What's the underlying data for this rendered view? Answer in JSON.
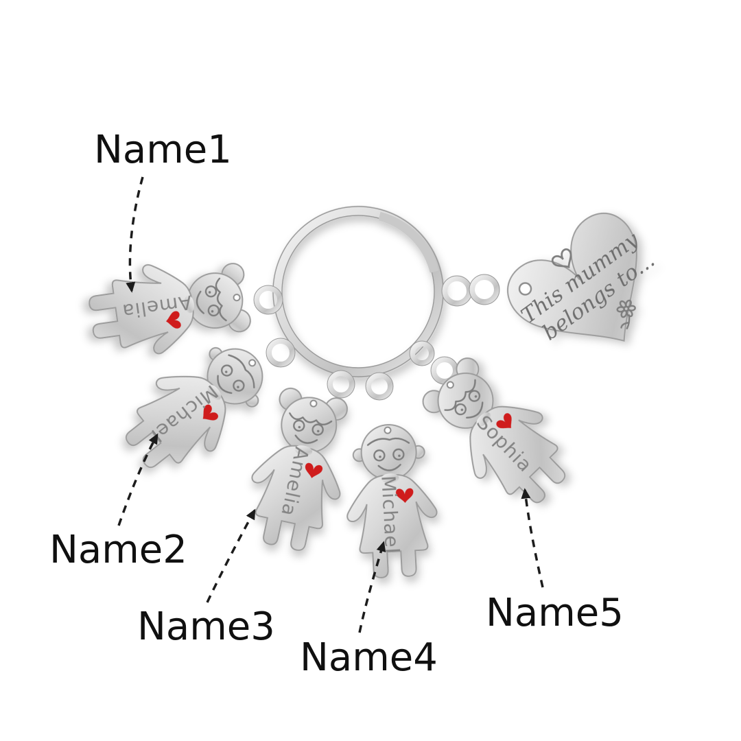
{
  "page": {
    "background": "#ffffff"
  },
  "annotations": {
    "labels": [
      {
        "text": "Name1"
      },
      {
        "text": "Name2"
      },
      {
        "text": "Name3"
      },
      {
        "text": "Name4"
      },
      {
        "text": "Name5"
      }
    ]
  },
  "keychain": {
    "heart_charm": {
      "engraving_line1": "This mummy",
      "engraving_line2": "belongs to...",
      "icons": {
        "top": "heart-outline-doodle",
        "bottom_right": "flower-sketch-doodle"
      }
    },
    "child_charms": [
      {
        "label": "Name1",
        "name": "Amelia",
        "style": "girl"
      },
      {
        "label": "Name2",
        "name": "Michael",
        "style": "boy"
      },
      {
        "label": "Name3",
        "name": "Amelia",
        "style": "girl"
      },
      {
        "label": "Name4",
        "name": "Michael",
        "style": "boy"
      },
      {
        "label": "Name5",
        "name": "Sophia",
        "style": "girl"
      }
    ]
  },
  "colors": {
    "silver": "#cccccc",
    "silver_light": "#f2f2f2",
    "silver_dark": "#a8a8a8",
    "engraving_grey": "#848484",
    "heart_red": "#cf1d1d",
    "annotation_text": "#101010"
  }
}
